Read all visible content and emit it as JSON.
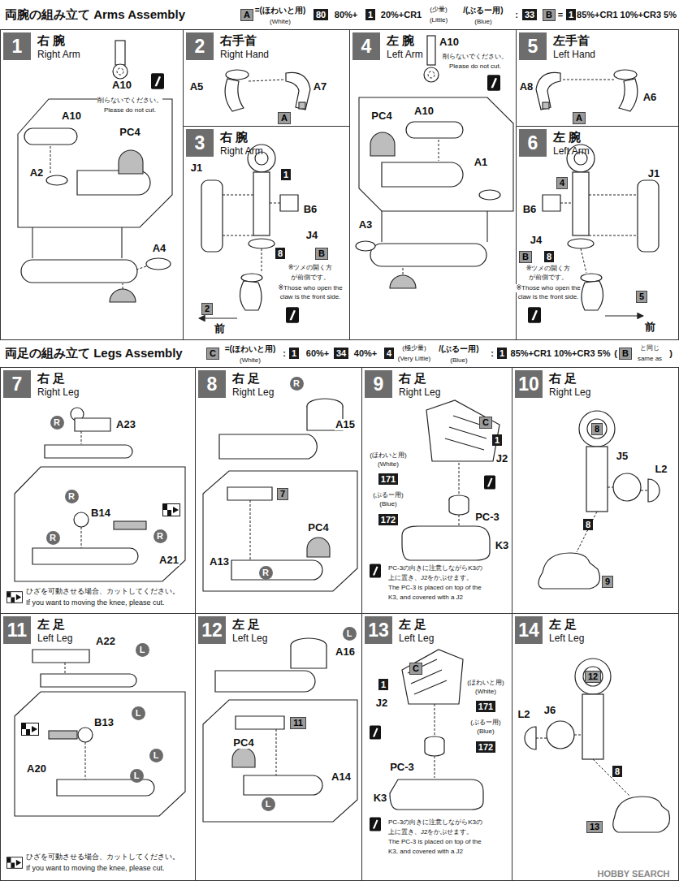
{
  "diagram": {
    "nodes": [
      {
        "text": [
          "1",
          "右 腕",
          "Right Arm"
        ]
      },
      {
        "text": [
          "2",
          "右手首",
          "Right Hand"
        ]
      },
      {
        "text": [
          "3",
          "右 腕",
          "Right Arm"
        ]
      },
      {
        "text": [
          "4",
          "左 腕",
          "Left Arm"
        ]
      },
      {
        "text": [
          "5",
          "左手首",
          "Left Hand"
        ]
      },
      {
        "text": [
          "6",
          "左 腕",
          "Left Arm"
        ]
      },
      {
        "text": [
          "7",
          "右 足",
          "Right Leg"
        ]
      },
      {
        "text": [
          "8",
          "右 足",
          "Right Leg"
        ]
      },
      {
        "text": [
          "9",
          "右 足",
          "Right Leg"
        ]
      },
      {
        "text": [
          "10",
          "右 足",
          "Right Leg"
        ]
      },
      {
        "text": [
          "11",
          "左 足",
          "Left Leg"
        ]
      },
      {
        "text": [
          "12",
          "左 足",
          "Left Leg"
        ]
      },
      {
        "text": [
          "13",
          "左 足",
          "Left Leg"
        ]
      },
      {
        "text": [
          "14",
          "左 足",
          "Left Leg"
        ]
      }
    ],
    "labels": [
      "両腕の組み立て Arms Assembly",
      "A",
      "=(ほわいと用)",
      "(White)",
      "80",
      "80%+",
      "1",
      "20%+CR1",
      "(少量)",
      "(Little)",
      "/(ぶるー用)",
      "(Blue)",
      ":",
      "33",
      "B",
      "=",
      "1",
      "85%+CR1 10%+CR3 5%",
      "A10",
      "削らないでください。",
      "Please do not cut.",
      "A10",
      "PC4",
      "A2",
      "A4",
      "A5",
      "A7",
      "A",
      "J1",
      "1",
      "B6",
      "J4",
      "8",
      "B",
      "※ツメの開く方",
      "が前側です。",
      "※Those who open the",
      "claw is the front side.",
      "2",
      "前",
      "A10",
      "削らないでください。",
      "Please do not cut.",
      "A10",
      "PC4",
      "A1",
      "A3",
      "A8",
      "A6",
      "A",
      "4",
      "J1",
      "B6",
      "J4",
      "B",
      "8",
      "※ツメの開く方",
      "が前側です。",
      "※Those who open the",
      "claw is the front side.",
      "5",
      "前",
      "両足の組み立て Legs Assembly",
      "C",
      "=(ほわいと用)",
      "(White)",
      ":",
      "1",
      "60%+",
      "34",
      "40%+",
      "4",
      "(極少量)",
      "(Very Little)",
      "/(ぶるー用)",
      "(Blue)",
      ":",
      "1",
      "85%+CR1 10%+CR3 5%",
      "(",
      "B",
      "と同じ",
      "same as",
      ")",
      "R",
      "A23",
      "R",
      "B14",
      "R",
      "R",
      "A21",
      "ひざを可動させる場合、カットしてください。",
      "If you want to moving the knee, please cut.",
      "R",
      "A15",
      "7",
      "PC4",
      "A13",
      "R",
      "C",
      "1",
      "J2",
      "(ほわいと用)",
      "(White)",
      "171",
      "(ぶるー用)",
      "(Blue)",
      "172",
      "PC-3",
      "K3",
      "PC-3の向きに注意しながらK3の",
      "上に置き、J2をかぶせます。",
      "The PC-3 is placed on top of the",
      "K3, and covered with a J2",
      "8",
      "J5",
      "L2",
      "8",
      "9",
      "A22",
      "L",
      "L",
      "B13",
      "L",
      "A20",
      "L",
      "ひざを可動させる場合、カットしてください。",
      "If you want to moving the knee, please cut.",
      "L",
      "A16",
      "11",
      "PC4",
      "A14",
      "L",
      "C",
      "1",
      "J2",
      "(ほわいと用)",
      "(White)",
      "171",
      "(ぶるー用)",
      "(Blue)",
      "172",
      "PC-3",
      "K3",
      "PC-3の向きに注意しながらK3の",
      "上に置き、J2をかぶせます。",
      "The PC-3 is placed on top of the",
      "K3, and covered with a J2",
      "12",
      "J6",
      "L2",
      "8",
      "13",
      "HOBBY SEARCH"
    ]
  }
}
